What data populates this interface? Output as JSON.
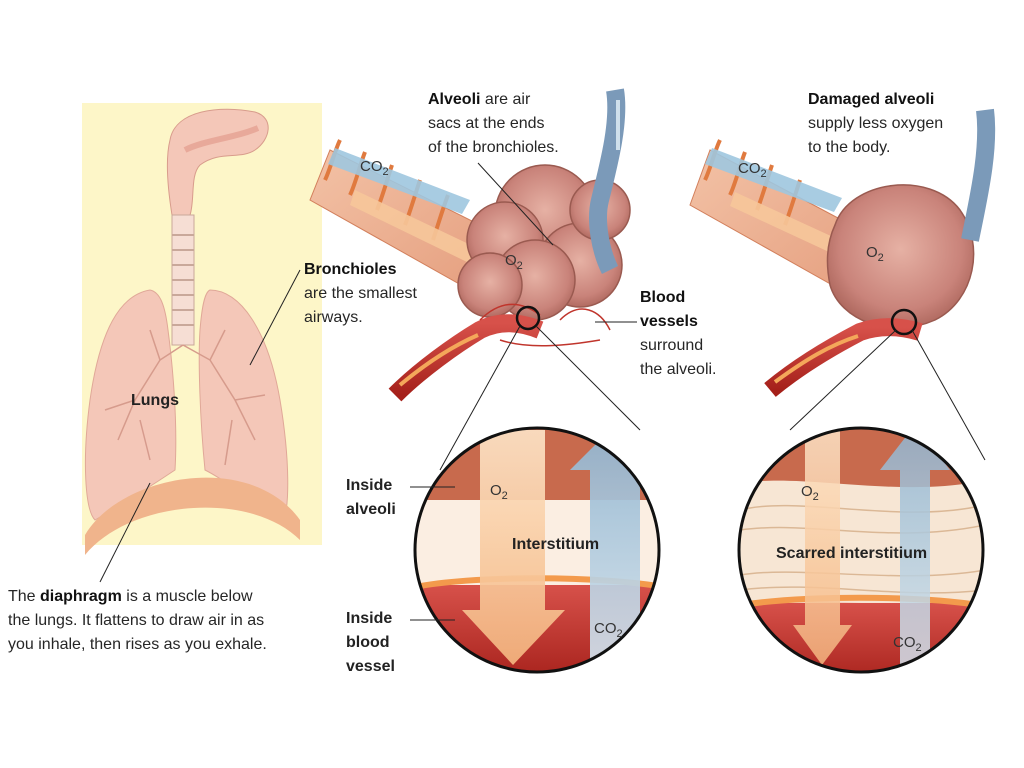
{
  "lungs": {
    "label": "Lungs",
    "diaphragm": {
      "term": "diaphragm",
      "before": "The ",
      "after": " is a muscle below",
      "line2": "the lungs. It flattens to draw air in as",
      "line3": "you inhale, then rises as you exhale."
    }
  },
  "alveoli_note": {
    "term": "Alveoli",
    "rest": " are air",
    "line2": "sacs at the ends",
    "line3": "of the bronchioles."
  },
  "bronchioles_note": {
    "term": "Bronchioles",
    "line2": "are the smallest",
    "line3": "airways."
  },
  "blood_vessels_note": {
    "term1": "Blood",
    "term2": "vessels",
    "line3": "surround",
    "line4": "the alveoli."
  },
  "damaged_note": {
    "term": "Damaged alveoli",
    "line2": "supply less oxygen",
    "line3": "to the body."
  },
  "zoom_labels": {
    "inside_alveoli": [
      "Inside",
      "alveoli"
    ],
    "inside_vessel": [
      "Inside",
      "blood",
      "vessel"
    ],
    "interstitium": "Interstitium",
    "scarred_interstitium": "Scarred interstitium"
  },
  "gases": {
    "co2": "CO",
    "co2_sub": "2",
    "o2": "O",
    "o2_sub": "2"
  },
  "colors": {
    "lung_bg": "#fdf6c8",
    "lung_pink": "#f4c7b8",
    "diaphragm": "#f0b48c",
    "alveoli": "#c9837a",
    "blood_dark": "#b7261b",
    "vein_blue": "#7b9ab9",
    "o2_arrow": "#f6c79a",
    "co2_arrow": "#a9c6dc"
  }
}
